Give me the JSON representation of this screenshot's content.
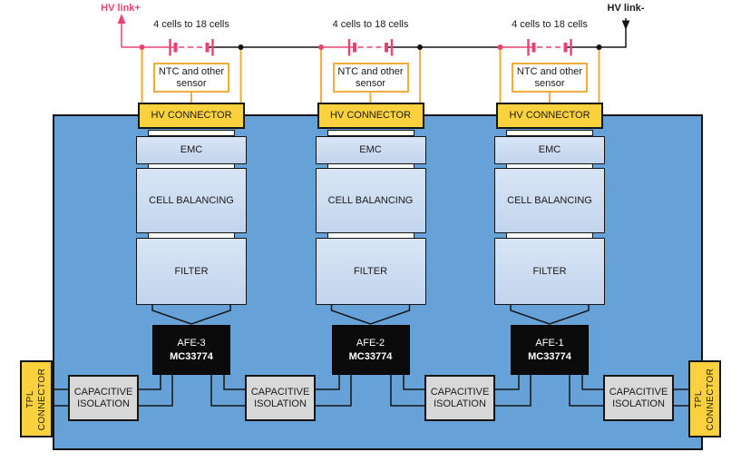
{
  "colors": {
    "panel_blue": "#66A2D8",
    "light_blue_top": "#D9E5F6",
    "light_blue_bottom": "#C2D4EC",
    "band_white": "#FFFFFF",
    "connector_yellow": "#FBD13E",
    "wire_yellow": "#EFAE3C",
    "isolation_gray": "#D8D8D8",
    "afe_black": "#0B0B0B",
    "line_black": "#141414",
    "hv_red": "#E8436E"
  },
  "top": {
    "hv_link_plus": "HV link+",
    "hv_link_minus": "HV link-",
    "cells_label": "4 cells to 18 cells",
    "ntc_line1": "NTC and other",
    "ntc_line2": "sensor"
  },
  "blocks": {
    "hv_connector": "HV CONNECTOR",
    "emc": "EMC",
    "cell_balancing": "CELL BALANCING",
    "filter": "FILTER",
    "capacitive_isolation_line1": "CAPACITIVE",
    "capacitive_isolation_line2": "ISOLATION",
    "tpl_line1": "TPL",
    "tpl_line2": "CONNECTOR"
  },
  "afe_units": [
    {
      "name": "AFE-3",
      "part": "MC33774"
    },
    {
      "name": "AFE-2",
      "part": "MC33774"
    },
    {
      "name": "AFE-1",
      "part": "MC33774"
    }
  ]
}
